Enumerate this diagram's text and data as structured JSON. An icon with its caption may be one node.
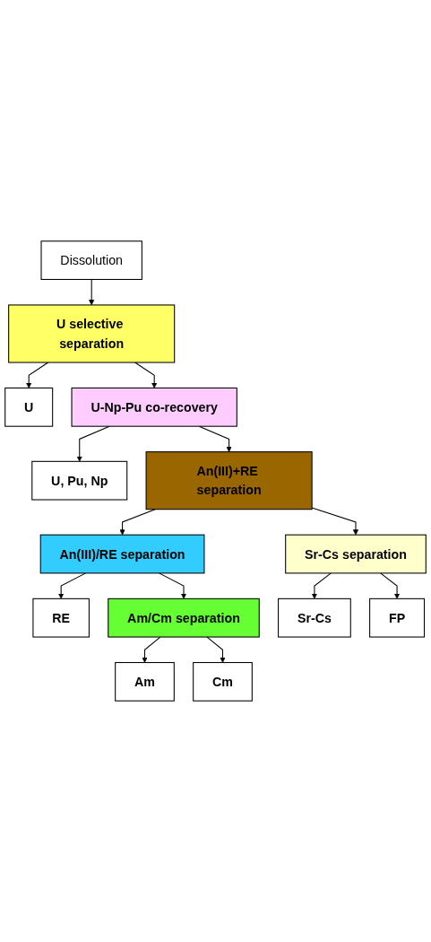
{
  "diagram": {
    "nodes": [
      {
        "text": [
          "Dissolution"
        ]
      },
      {
        "text": [
          "U selective separation"
        ]
      },
      {
        "text": [
          "U"
        ]
      },
      {
        "text": [
          "U-Np-Pu co-recovery"
        ]
      },
      {
        "text": [
          "U, Pu, Np"
        ]
      },
      {
        "text": [
          "An(III)+RE separation"
        ]
      },
      {
        "text": [
          "An(III)/RE separation"
        ]
      },
      {
        "text": [
          "RE"
        ]
      },
      {
        "text": [
          "Am/Cm separation"
        ]
      },
      {
        "text": [
          "Sr-Cs separation"
        ]
      },
      {
        "text": [
          "Sr-Cs"
        ]
      },
      {
        "text": [
          "FP"
        ]
      },
      {
        "text": [
          "Am"
        ]
      },
      {
        "text": [
          "Cm"
        ]
      }
    ],
    "edges": [
      {
        "from": 0,
        "to": 1,
        "arrow": "to"
      },
      {
        "from": 1,
        "to": 2,
        "arrow": "to"
      },
      {
        "from": 1,
        "to": 3,
        "arrow": "to"
      },
      {
        "from": 3,
        "to": 4,
        "arrow": "to"
      },
      {
        "from": 3,
        "to": 5,
        "arrow": "to"
      },
      {
        "from": 5,
        "to": 9,
        "arrow": "to"
      },
      {
        "from": 5,
        "to": 6,
        "arrow": "to"
      },
      {
        "from": 6,
        "to": 7,
        "arrow": "to"
      },
      {
        "from": 6,
        "to": 8,
        "arrow": "to"
      },
      {
        "from": 9,
        "to": 10,
        "arrow": "to"
      },
      {
        "from": 9,
        "to": 11,
        "arrow": "to"
      },
      {
        "from": 8,
        "to": 12,
        "arrow": "to"
      },
      {
        "from": 8,
        "to": 13,
        "arrow": "to"
      }
    ]
  }
}
